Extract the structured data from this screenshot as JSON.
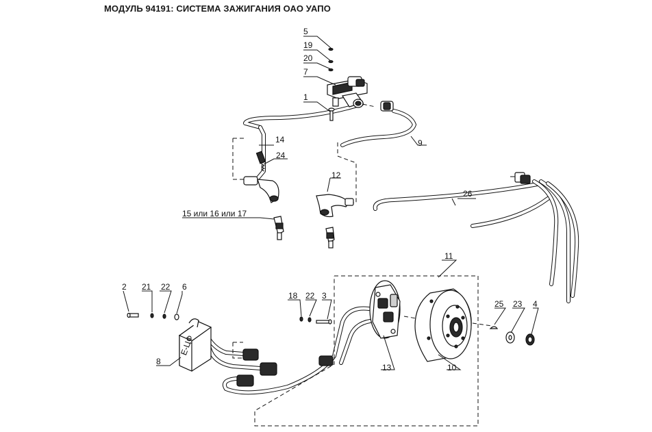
{
  "title": "МОДУЛЬ 94191: СИСТЕМА ЗАЖИГАНИЯ ОАО УАПО",
  "callouts": [
    {
      "id": "c5",
      "text": "5"
    },
    {
      "id": "c19",
      "text": "19"
    },
    {
      "id": "c20",
      "text": "20"
    },
    {
      "id": "c7",
      "text": "7"
    },
    {
      "id": "c1",
      "text": "1"
    },
    {
      "id": "c9",
      "text": "9"
    },
    {
      "id": "c14",
      "text": "14"
    },
    {
      "id": "c24",
      "text": "24"
    },
    {
      "id": "c12",
      "text": "12"
    },
    {
      "id": "c26",
      "text": "26"
    },
    {
      "id": "c15",
      "text": "15 или 16 или 17"
    },
    {
      "id": "c11",
      "text": "11"
    },
    {
      "id": "c2",
      "text": "2"
    },
    {
      "id": "c21",
      "text": "21"
    },
    {
      "id": "c22a",
      "text": "22"
    },
    {
      "id": "c6",
      "text": "6"
    },
    {
      "id": "c18",
      "text": "18"
    },
    {
      "id": "c22b",
      "text": "22"
    },
    {
      "id": "c3",
      "text": "3"
    },
    {
      "id": "c25",
      "text": "25"
    },
    {
      "id": "c23",
      "text": "23"
    },
    {
      "id": "c4",
      "text": "4"
    },
    {
      "id": "c8",
      "text": "8"
    },
    {
      "id": "c13",
      "text": "13"
    },
    {
      "id": "c10",
      "text": "10"
    }
  ],
  "module_label": "Е-ЦФ"
}
